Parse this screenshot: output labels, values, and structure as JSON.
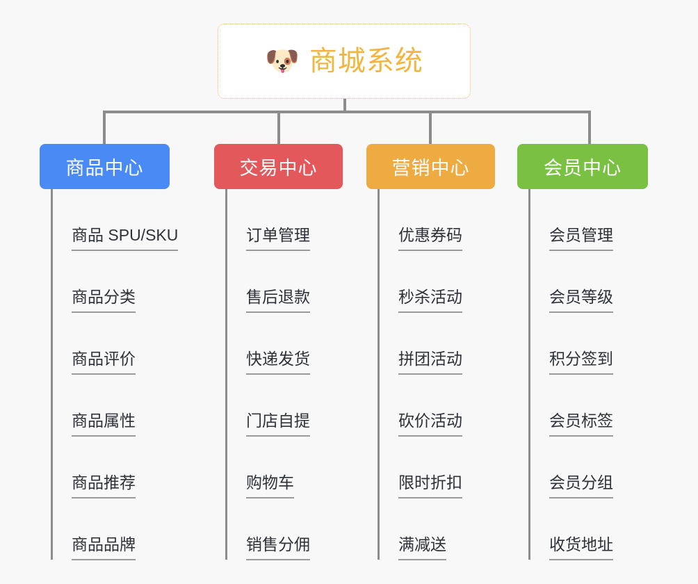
{
  "canvas": {
    "background": "#f8f8f8",
    "connector_color": "#8c8c8c"
  },
  "root": {
    "emoji": "🐶",
    "emoji_name": "shiba-dog-face-emoji",
    "title": "商城系统",
    "text_color": "#f0b63f",
    "border_color": "#e9b964",
    "background": "#ffffff"
  },
  "branches": [
    {
      "id": "product-center",
      "label": "商品中心",
      "color": "#4a8af4",
      "items": [
        {
          "label": "商品 SPU/SKU"
        },
        {
          "label": "商品分类"
        },
        {
          "label": "商品评价"
        },
        {
          "label": "商品属性"
        },
        {
          "label": "商品推荐"
        },
        {
          "label": "商品品牌"
        }
      ]
    },
    {
      "id": "trade-center",
      "label": "交易中心",
      "color": "#e3595b",
      "items": [
        {
          "label": "订单管理"
        },
        {
          "label": "售后退款"
        },
        {
          "label": "快递发货"
        },
        {
          "label": "门店自提"
        },
        {
          "label": "购物车"
        },
        {
          "label": "销售分佣"
        }
      ]
    },
    {
      "id": "marketing-center",
      "label": "营销中心",
      "color": "#eeab42",
      "items": [
        {
          "label": "优惠券码"
        },
        {
          "label": "秒杀活动"
        },
        {
          "label": "拼团活动"
        },
        {
          "label": "砍价活动"
        },
        {
          "label": "限时折扣"
        },
        {
          "label": "满减送"
        }
      ]
    },
    {
      "id": "member-center",
      "label": "会员中心",
      "color": "#79c043",
      "items": [
        {
          "label": "会员管理"
        },
        {
          "label": "会员等级"
        },
        {
          "label": "积分签到"
        },
        {
          "label": "会员标签"
        },
        {
          "label": "会员分组"
        },
        {
          "label": "收货地址"
        }
      ]
    }
  ]
}
